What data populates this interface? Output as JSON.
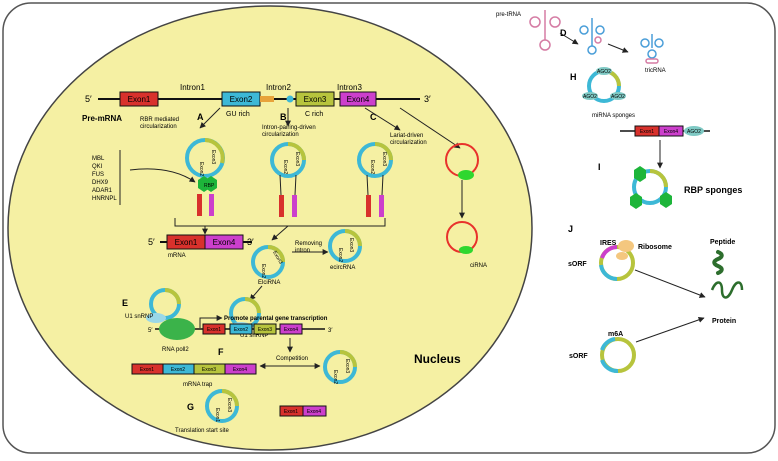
{
  "colors": {
    "nucleus_fill": "#f5f0a3",
    "exon1": "#d8312c",
    "exon2": "#3db8d6",
    "exon3": "#b7c43d",
    "exon4": "#cc3fcc",
    "green": "#1db53a",
    "sponge": "#7fc9c4",
    "dark_green": "#2d6e2d"
  },
  "labels": {
    "pre_mrna": "Pre-mRNA",
    "five": "5′",
    "three": "3′",
    "intron1": "Intron1",
    "intron2": "Intron2",
    "intron3": "Intron3",
    "exon1": "Exon1",
    "exon2": "Exon2",
    "exon3": "Exon3",
    "exon4": "Exon4",
    "gu_rich": "GU rich",
    "c_rich": "C rich",
    "letter_a": "A",
    "letter_b": "B",
    "letter_c": "C",
    "letter_d": "D",
    "letter_e": "E",
    "letter_f": "F",
    "letter_g": "G",
    "letter_h": "H",
    "letter_i": "I",
    "letter_j": "J",
    "rbr": "RBR mediated\ncircularization",
    "intron_pairing": "Intron-pairing-driven\ncircularization",
    "lariat": "Lariat-driven\ncircularization",
    "rbp_list": [
      "MBL",
      "QKI",
      "FUS",
      "DHX9",
      "ADAR1",
      "HNRNPL"
    ],
    "rbp": "RBP",
    "mrna": "mRNA",
    "elcirna": "ElciRNA",
    "removing_intron": "Removing\nintron",
    "ecircrna": "ecircRNA",
    "cirna": "ciRNA",
    "u1_snrnp": "U1 snRNP",
    "promote": "Promote parental gene transcription",
    "rna_pol": "RNA poll2",
    "competition": "Competition",
    "mrna_trap": "mRNA trap",
    "translation_start": "Translation start site",
    "nucleus": "Nucleus",
    "pre_trna": "pre-tRNA",
    "tricrna": "tricRNA",
    "mirna_sponges": "miRNA sponges",
    "ago2": "AGO2",
    "rbp_sponges": "RBP sponges",
    "ires": "IRES",
    "ribosome": "Ribosome",
    "sorf": "sORF",
    "peptide": "Peptide",
    "m6a": "m6A",
    "protein": "Protein"
  }
}
